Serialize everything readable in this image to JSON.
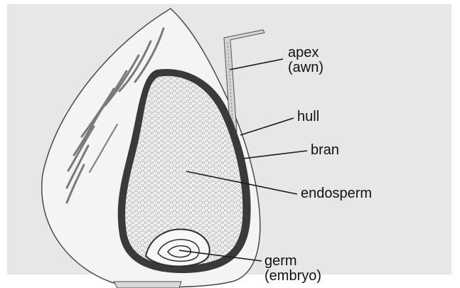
{
  "diagram": {
    "labels": {
      "apex": {
        "line1": "apex",
        "line2": "(awn)"
      },
      "hull": "hull",
      "bran": "bran",
      "endosperm": "endosperm",
      "germ": {
        "line1": "germ",
        "line2": "(embryo)"
      }
    }
  }
}
